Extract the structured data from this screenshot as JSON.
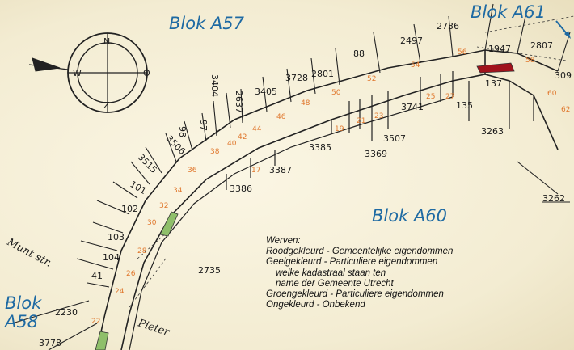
{
  "blocks": {
    "a57": "Blok A57",
    "a61": "Blok A61",
    "a60": "Blok A60",
    "a58_line1": "Blok",
    "a58_line2": "A58"
  },
  "legend": {
    "heading": "Werven:",
    "line1": "Roodgekleurd - Gemeentelijke eigendommen",
    "line2": "Geelgekleurd - Particuliere eigendommen",
    "line3": "welke kadastraal staan ten",
    "line4": "name der Gemeente Utrecht",
    "line5": "Groengekleurd - Particuliere eigendommen",
    "line6": "Ongekleurd - Onbekend"
  },
  "parcels": {
    "p2807": "2807",
    "p2736": "2736",
    "p2497": "2497",
    "p88": "88",
    "p2801": "2801",
    "p3728": "3728",
    "p3405": "3405",
    "p2637": "2637",
    "p3404": "3404",
    "p97": "97",
    "p98": "98",
    "p3506": "3506",
    "p3515": "3515",
    "p101": "101",
    "p102": "102",
    "p103": "103",
    "p104": "104",
    "p41": "41",
    "p2230": "2230",
    "p3778": "3778",
    "p1947": "1947",
    "p137": "137",
    "p135": "135",
    "p3741": "3741",
    "p3507": "3507",
    "p3369": "3369",
    "p3385": "3385",
    "p3387": "3387",
    "p3386": "3386",
    "p2735": "2735",
    "p3263": "3263",
    "p3262": "3262",
    "p309": "309"
  },
  "house_numbers": {
    "n56": "56",
    "n54": "54",
    "n52": "52",
    "n50": "50",
    "n48": "48",
    "n46": "46",
    "n44": "44",
    "n42": "42",
    "n40": "40",
    "n38": "38",
    "n36": "36",
    "n34": "34",
    "n32": "32",
    "n30": "30",
    "n28": "28",
    "n26": "26",
    "n24": "24",
    "n22": "22",
    "n27": "27",
    "n25": "25",
    "n23": "23",
    "n21": "21",
    "n19": "19",
    "n17": "17",
    "n58": "58",
    "n60": "60",
    "n62": "62"
  },
  "streets": {
    "munt": "Munt str.",
    "pieter": "Pieter"
  },
  "compass_letters": {
    "n": "N",
    "e": "O",
    "s": "Z",
    "w": "W"
  },
  "colors": {
    "block_label": "#1e6aa3",
    "house_number": "#e0782e",
    "municipal_red": "#a0121c",
    "private_green": "#8fbf6a",
    "paper": "#f5f0dc"
  }
}
